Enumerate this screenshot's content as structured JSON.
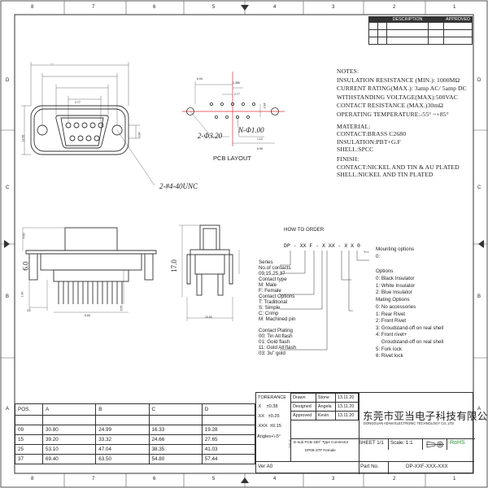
{
  "border": {
    "columns": [
      "8",
      "7",
      "6",
      "5",
      "4",
      "3",
      "2",
      "1"
    ],
    "rows": [
      "D",
      "C",
      "B",
      "A"
    ]
  },
  "revision_block": {
    "headers": [
      "",
      "",
      "DESCRIPTION",
      "",
      "APPROVED"
    ]
  },
  "views": {
    "front": {
      "label_callout": "2-#4-40UNC",
      "dims": [
        "2.77",
        "12.55",
        "2.84"
      ]
    },
    "pcb": {
      "title": "PCB LAYOUT",
      "hole_small": "2-Φ3.20",
      "hole_pin": "N-Φ1.00",
      "dims": [
        "6.94",
        "1.385",
        "2.77",
        "2.84",
        "6.96",
        "1.12"
      ]
    },
    "side": {
      "dims": [
        "6.0",
        "5.90",
        "1.90",
        "3.2",
        "6.60",
        "6.55"
      ]
    },
    "end": {
      "dims": [
        "17.0",
        "10.83"
      ]
    }
  },
  "notes": {
    "heading": "NOTES:",
    "lines": [
      "INSULATION RESISTANCE (MIN.): 1000MΩ",
      "CURRENT RATING(MAX.):  3amp AC/ 5amp DC",
      "WITHSTANDING VOLTAGE(MAX):500VAC",
      "CONTACT RESISTANCE (MAX.)30mΩ",
      "OPERATING TEMPERATURE:-55° ~+85°"
    ],
    "material_heading": "MATERIAL:",
    "material_lines": [
      "CONTACT:BRASS C2680",
      "INSULATION:PBT+G.F",
      "SHELL:SPCC"
    ],
    "finish_heading": "FINISH:",
    "finish_lines": [
      "CONTACT:NICKEL AND TIN & AU PLATED",
      "SHELL:NICKEL AND TIN PLATED"
    ]
  },
  "order": {
    "title": "HOW TO ORDER",
    "code": "DP - XX F - X XX - X X 0",
    "left": [
      "Series",
      "No.of contacts",
      "09,15,25,37",
      "Contact type",
      "M: Male",
      "F: Female",
      "Contact Options",
      "T: Traditional",
      "S: Simple",
      "C: Crimp",
      "M: Machined pin",
      "",
      "Contact Plating",
      "00: Tin All flash",
      "01: Gold flash",
      "11: Gold All flash",
      "03: 3u\" gold"
    ],
    "right": [
      "Mounting options",
      "0:",
      "",
      "Options",
      "0: Black Insulator",
      "1: White Insulator",
      "2: Blue Insulator",
      "Mating Options",
      "0: No accessories",
      "1: Rear Rivet",
      "2: Front Rivet",
      "3: Groudstand-off on real shell",
      "4: Front rivet+",
      "    Groudstand-off on real shell",
      "5: Fork lock",
      "6: Rivet lock"
    ]
  },
  "dimension_table": {
    "headers": [
      "POS.",
      "A",
      "B",
      "C",
      "D"
    ],
    "rows": [
      [
        "09",
        "30.80",
        "24.99",
        "16.33",
        "19.28"
      ],
      [
        "15",
        "39.20",
        "33.32",
        "24.66",
        "27.65"
      ],
      [
        "25",
        "53.10",
        "47.04",
        "38.35",
        "41.03"
      ],
      [
        "37",
        "69.40",
        "63.50",
        "54.80",
        "57.44"
      ]
    ]
  },
  "title_block": {
    "tolerance_label": "TORERANCE",
    "tolerances": [
      ".X    ±0.38",
      ".XX   ±0.25",
      ".XXX  ±0.15",
      "Angles+\\-5°"
    ],
    "roles": [
      [
        "Drawn",
        "Stone",
        "13.11.20"
      ],
      [
        "Designed",
        "Angela",
        "13.11.20"
      ],
      [
        "Approved",
        "Kevin",
        "13.11.20"
      ]
    ],
    "title_lines": [
      "D-sub PCB 180° Type Connector",
      "DP09-37P Female"
    ],
    "title_label": "TITLE",
    "company_cn": "东莞市亚当电子科技有限公司",
    "company_en": "DONGGUAN ADAM ELECTRONIC TECHNOLOGY CO.,LTD",
    "sheet": "SHEET 1/1",
    "scale": "Scale: 1:1",
    "rohs": "RoHS",
    "version": "Ver A0",
    "part_no_label": "Part No.",
    "part_no": "DP-XXF-XXX-XXX"
  },
  "colors": {
    "rohs": "#2e9a3a",
    "pcb_line": "#e03030"
  }
}
